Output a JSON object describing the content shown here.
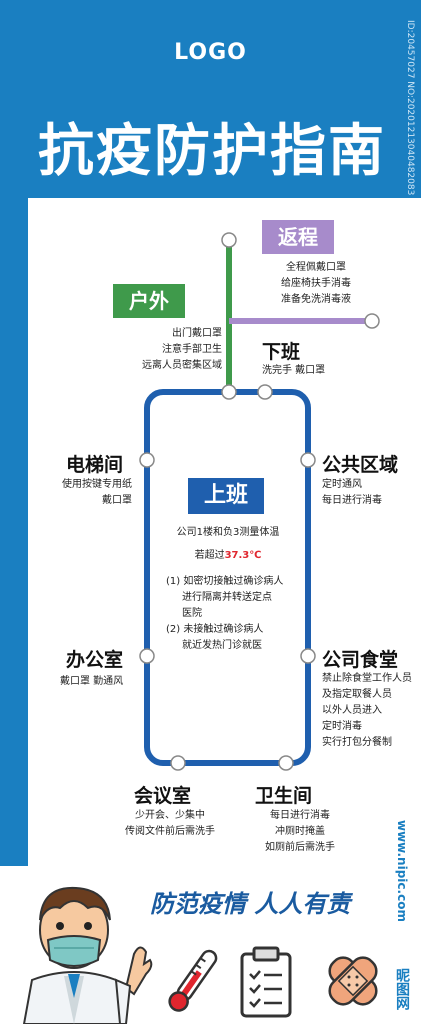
{
  "header": {
    "logo": "LOGO",
    "title": "抗疫防护指南",
    "side_id": "ID:20457027 NO:20201213040482083"
  },
  "route": {
    "fanchen": {
      "label": "返程",
      "lines": [
        "全程佩戴口罩",
        "给座椅扶手消毒",
        "准备免洗消毒液"
      ]
    },
    "huwai": {
      "label": "户外",
      "lines": [
        "出门戴口罩",
        "注意手部卫生",
        "远离人员密集区域"
      ]
    },
    "xiaban": {
      "label": "下班",
      "lines": [
        "洗完手 戴口罩"
      ]
    },
    "dianti": {
      "label": "电梯间",
      "lines": [
        "使用按键专用纸",
        "戴口罩"
      ]
    },
    "gonggong": {
      "label": "公共区域",
      "lines": [
        "定时通风",
        "每日进行消毒"
      ]
    },
    "shangban": {
      "label": "上班",
      "line1": "公司1楼和负3测量体温",
      "line2_prefix": "若超过",
      "line2_temp": "37.3℃",
      "items": [
        "(1) 如密切接触过确诊病人",
        "进行隔离并转送定点",
        "医院",
        "(2) 未接触过确诊病人",
        "就近发热门诊就医"
      ]
    },
    "bangong": {
      "label": "办公室",
      "lines": [
        "戴口罩 勤通风"
      ]
    },
    "shitang": {
      "label": "公司食堂",
      "lines": [
        "禁止除食堂工作人员",
        "及指定取餐人员",
        "以外人员进入",
        "定时消毒",
        "实行打包分餐制"
      ]
    },
    "huiyi": {
      "label": "会议室",
      "lines": [
        "少开会、少集中",
        "传阅文件前后需洗手"
      ]
    },
    "weisheng": {
      "label": "卫生间",
      "lines": [
        "每日进行消毒",
        "冲厕时掩盖",
        "如厕前后需洗手"
      ]
    }
  },
  "footer": {
    "slogan": "防范疫情 人人有责",
    "watermark": "www.nipic.com",
    "watermark2": "昵图网"
  },
  "icons": [
    "doctor-icon",
    "thermometer-icon",
    "clipboard-icon",
    "bandage-icon"
  ],
  "colors": {
    "primary": "#1a7fc1",
    "route_blue": "#1f5fae",
    "green": "#3f9a4b",
    "purple": "#a78bcb",
    "red": "#e0262e"
  }
}
